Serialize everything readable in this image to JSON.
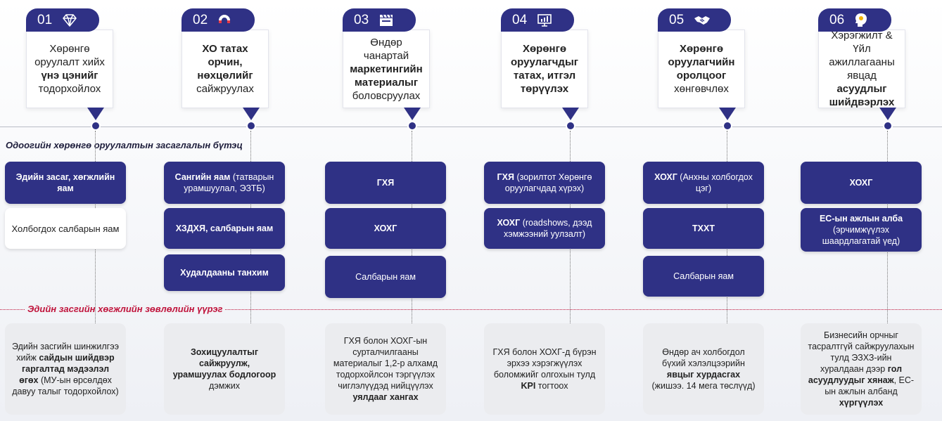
{
  "section_heading": "Одоогийн хөрөнгө оруулалтын засаглалын бүтэц",
  "council_heading": "Эдийн засгийн хөгжлийн зөвлөлийн үүрэг",
  "steps": [
    {
      "number": "01",
      "icon": "diamond-icon",
      "title": [
        {
          "t": "Хөрөнгө оруулалт хийх "
        },
        {
          "t": "үнэ цэнийг",
          "b": true
        },
        {
          "t": " тодорхойлох"
        }
      ]
    },
    {
      "number": "02",
      "icon": "magnet-icon",
      "title": [
        {
          "t": "ХО татах орчин, нөхцөлийг",
          "b": true
        },
        {
          "t": " сайжруулах"
        }
      ]
    },
    {
      "number": "03",
      "icon": "clapperboard-icon",
      "title": [
        {
          "t": "Өндөр чанартай "
        },
        {
          "t": "маркетингийн материалыг",
          "b": true
        },
        {
          "t": " боловсруулах"
        }
      ]
    },
    {
      "number": "04",
      "icon": "presentation-icon",
      "title": [
        {
          "t": "Хөрөнгө оруулагчдыг татах, итгэл төрүүлэх",
          "b": true
        }
      ]
    },
    {
      "number": "05",
      "icon": "handshake-icon",
      "title": [
        {
          "t": "Хөрөнгө оруулагчийн оролцоог",
          "b": true
        },
        {
          "t": " хөнгөвчлөх"
        }
      ]
    },
    {
      "number": "06",
      "icon": "head-lightbulb-icon",
      "title": [
        {
          "t": "Хэрэгжилт & Үйл ажиллагааны явцад "
        },
        {
          "t": "асуудлыг шийдвэрлэх",
          "b": true
        }
      ]
    }
  ],
  "structure": [
    [
      {
        "style": "navy",
        "parts": [
          {
            "t": "Эдийн засаг, хөгжлийн яам",
            "b": true
          }
        ]
      },
      {
        "style": "white",
        "parts": [
          {
            "t": "Холбогдох салбарын яам"
          }
        ]
      }
    ],
    [
      {
        "style": "navy",
        "parts": [
          {
            "t": "Сангийн яам",
            "b": true
          },
          {
            "t": " (татварын урамшуулал, ЭЗТБ)"
          }
        ]
      },
      {
        "style": "navy",
        "parts": [
          {
            "t": "ХЗДХЯ, салбарын яам",
            "b": true
          }
        ]
      },
      {
        "style": "navy",
        "parts": [
          {
            "t": "Худалдааны танхим",
            "b": true
          }
        ]
      }
    ],
    [
      {
        "style": "navy",
        "parts": [
          {
            "t": "ГХЯ",
            "b": true
          }
        ]
      },
      {
        "style": "navy",
        "parts": [
          {
            "t": "ХОХГ",
            "b": true
          }
        ]
      },
      {
        "style": "navy",
        "parts": [
          {
            "t": "Салбарын яам"
          }
        ]
      }
    ],
    [
      {
        "style": "navy",
        "parts": [
          {
            "t": "ГХЯ",
            "b": true
          },
          {
            "t": " (зорилтот Хөрөнгө оруулагчдад хүрэх)"
          }
        ]
      },
      {
        "style": "navy",
        "parts": [
          {
            "t": "ХОХГ",
            "b": true
          },
          {
            "t": " (roadshows, дээд хэмжээний уулзалт)"
          }
        ]
      }
    ],
    [
      {
        "style": "navy",
        "parts": [
          {
            "t": "ХОХГ",
            "b": true
          },
          {
            "t": " (Анхны холбогдох цэг)"
          }
        ]
      },
      {
        "style": "navy",
        "parts": [
          {
            "t": "ТХХТ",
            "b": true
          }
        ]
      },
      {
        "style": "navy",
        "parts": [
          {
            "t": "Салбарын яам"
          }
        ]
      }
    ],
    [
      {
        "style": "navy",
        "parts": [
          {
            "t": "ХОХГ",
            "b": true
          }
        ]
      },
      {
        "style": "navy",
        "parts": [
          {
            "t": "ЕС-ын ажлын алба",
            "b": true
          },
          {
            "t": " (эрчимжүүлэх шаардлагатай үед)"
          }
        ]
      }
    ]
  ],
  "council_roles": [
    [
      {
        "t": "Эдийн засгийн шинжилгээ хийж "
      },
      {
        "t": "сайдын шийдвэр гаргалтад мэдээлэл өгөх",
        "b": true
      },
      {
        "t": " (МУ-ын өрсөлдөх давуу талыг тодорхойлох)"
      }
    ],
    [
      {
        "t": "Зохицуулалтыг сайжруулж, урамшуулах бодлогоор",
        "b": true
      },
      {
        "t": " дэмжих"
      }
    ],
    [
      {
        "t": "ГХЯ болон ХОХГ-ын сурталчилгааны материалыг 1,2-р алхамд тодорхойлсон тэргүүлэх чиглэлүүдэд нийцүүлэх "
      },
      {
        "t": "уялдааг хангах",
        "b": true
      }
    ],
    [
      {
        "t": "ГХЯ болон ХОХГ-д бүрэн эрхээ хэрэгжүүлэх боломжийг олгохын тулд "
      },
      {
        "t": "KPI",
        "b": true
      },
      {
        "t": " тогтоох"
      }
    ],
    [
      {
        "t": "Өндөр ач холбогдол бүхий хэлэлцээрийн "
      },
      {
        "t": "явцыг хурдасгах",
        "b": true
      },
      {
        "t": " (жишээ. 14 мега төслүүд)"
      }
    ],
    [
      {
        "t": "Бизнесийн орчныг тасралтгүй сайжруулахын тулд ЭЗХЗ-ийн хуралдаан дээр "
      },
      {
        "t": "гол асуудлуудыг хянаж",
        "b": true
      },
      {
        "t": ", ЕС-ын ажлын албанд "
      },
      {
        "t": "хүргүүлэх",
        "b": true
      }
    ]
  ]
}
